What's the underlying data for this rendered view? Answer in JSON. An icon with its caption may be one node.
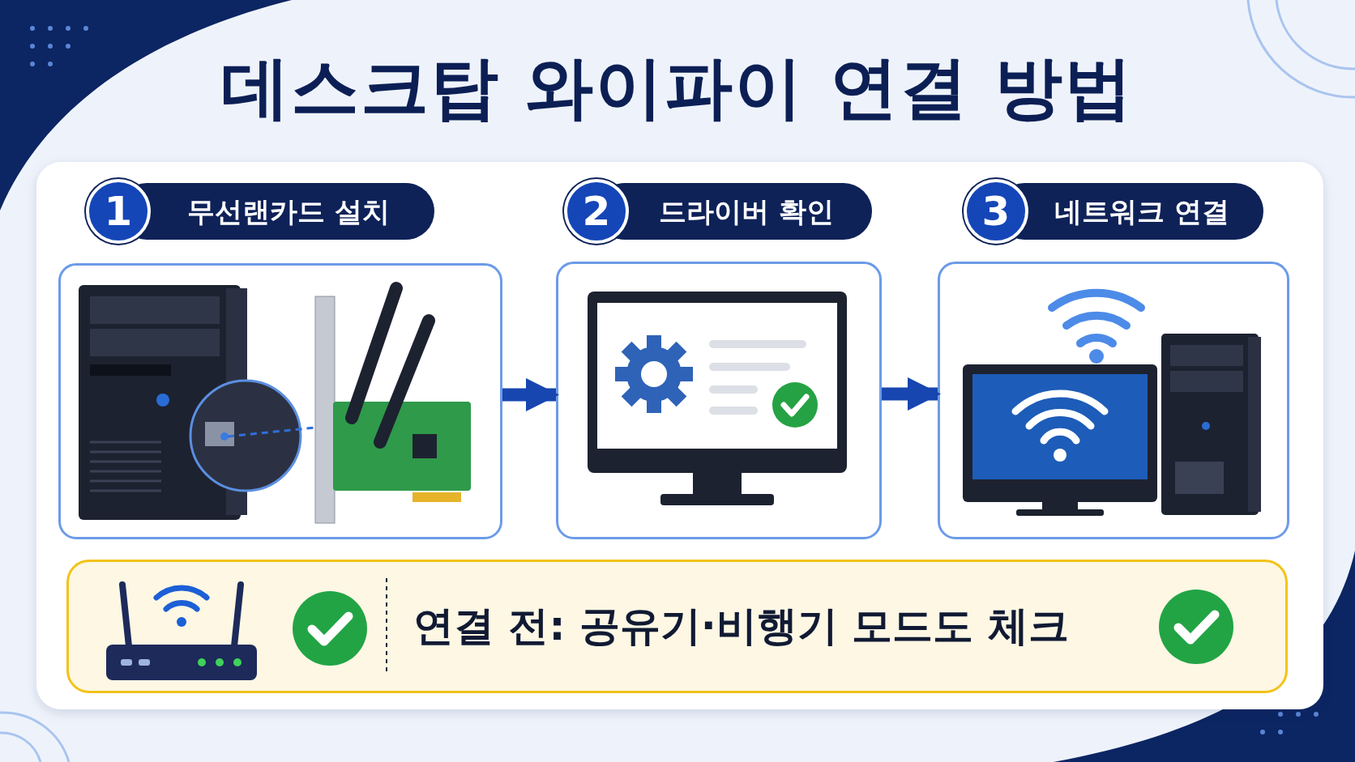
{
  "diagram": {
    "title": "데스크탑 와이파이 연결 방법",
    "nodes": [
      {
        "text": [
          "1",
          "무선랜카드 설치"
        ]
      },
      {
        "text": [
          "2",
          "드라이버 확인"
        ]
      },
      {
        "text": [
          "3",
          "네트워크 연결"
        ]
      },
      {
        "text": [],
        "shape": "picture"
      },
      {
        "text": [],
        "shape": "picture"
      },
      {
        "text": [],
        "shape": "picture"
      },
      {
        "text": [
          "연결 전: 공유기·비행기 모드도 체크"
        ]
      }
    ],
    "edges": [
      {
        "from": 3,
        "to": 4,
        "arrow": "to"
      },
      {
        "from": 4,
        "to": 5,
        "arrow": "to"
      }
    ]
  }
}
